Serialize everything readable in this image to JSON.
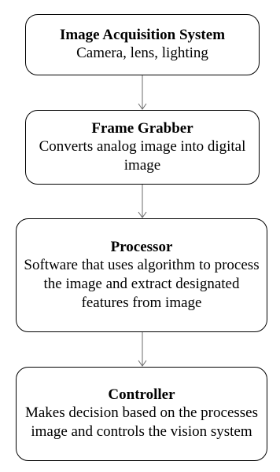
{
  "colors": {
    "stroke": "#000000",
    "arrow": "#6b6b6b",
    "background": "#ffffff"
  },
  "boxes": [
    {
      "title": "Image Acquisition System",
      "desc": "Camera, lens, lighting"
    },
    {
      "title": "Frame Grabber",
      "desc": "Converts analog image into digital image"
    },
    {
      "title": "Processor",
      "desc": "Software that uses algorithm to process the image and extract designated features from image"
    },
    {
      "title": "Controller",
      "desc": "Makes decision based on the processes image and controls the vision system"
    }
  ]
}
